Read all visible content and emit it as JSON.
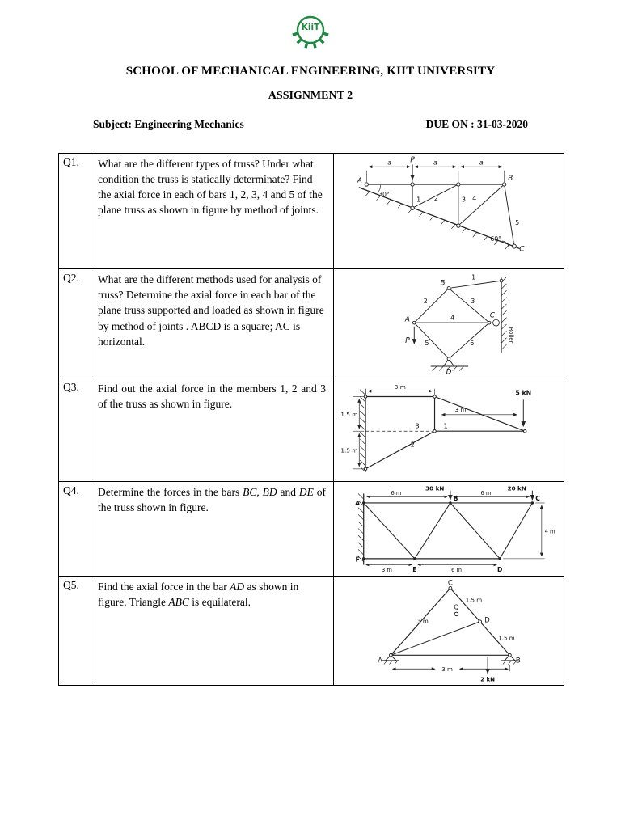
{
  "header": {
    "logo_text": "KiiT",
    "school": "SCHOOL OF MECHANICAL ENGINEERING, KIIT UNIVERSITY",
    "assignment": "ASSIGNMENT 2",
    "subject": "Subject: Engineering Mechanics",
    "due": "DUE ON : 31-03-2020"
  },
  "questions": [
    {
      "number": "Q1.",
      "parts": [
        "What are the different types of truss? Under what condition the truss is statically determinate? Find the axial force in each of bars 1, 2, 3, 4 and 5 of the plane truss as shown in figure by method of joints."
      ],
      "figure": {
        "load": "P",
        "dim_a1": "a",
        "dim_a2": "a",
        "dim_a3": "a",
        "node_a": "A",
        "node_b": "B",
        "node_c": "C",
        "angle_left": "30°",
        "angle_right": "60°",
        "bar1": "1",
        "bar2": "2",
        "bar3": "3",
        "bar4": "4",
        "bar5": "5"
      }
    },
    {
      "number": "Q2.",
      "parts": [
        "What are the different methods used for analysis of truss? Determine the axial force in each bar of the plane truss supported and loaded as shown in figure by method of joints . ABCD is a square; AC is horizontal."
      ],
      "figure": {
        "load": "P",
        "node_a": "A",
        "node_b": "B",
        "node_c": "C",
        "node_d": "D",
        "bar1": "1",
        "bar2": "2",
        "bar3": "3",
        "bar4": "4",
        "bar5": "5",
        "bar6": "6",
        "roller": "Roller"
      }
    },
    {
      "number": "Q3.",
      "parts": [
        "Find out the axial force in the members 1, 2 and 3 of the truss as shown in figure."
      ],
      "figure": {
        "dim_top": "3 m",
        "dim_right": "3 m",
        "load": "5 kN",
        "dim_left1": "1.5 m",
        "dim_left2": "1.5 m",
        "bar1": "1",
        "bar2": "2",
        "bar3": "3"
      }
    },
    {
      "number": "Q4.",
      "parts": [
        "Determine the forces in the bars ",
        "BC, BD",
        " and ",
        "DE",
        " of the truss shown in figure."
      ],
      "figure": {
        "load1": "30 kN",
        "load2": "20 kN",
        "dim_ab": "6 m",
        "dim_bc": "6 m",
        "dim_fe": "3 m",
        "dim_ed": "6 m",
        "dim_right": "4 m",
        "node_a": "A",
        "node_b": "B",
        "node_c": "C",
        "node_d": "D",
        "node_e": "E",
        "node_f": "F"
      }
    },
    {
      "number": "Q5.",
      "parts": [
        "Find the axial force in the bar ",
        "AD",
        " as shown in figure. Triangle ",
        "ABC",
        " is equilateral."
      ],
      "figure": {
        "node_a": "A",
        "node_b": "B",
        "node_c": "C",
        "node_d": "D",
        "node_q": "Q",
        "dim_cd": "1.5 m",
        "dim_db": "1.5 m",
        "dim_aq": "3 m",
        "dim_ab": "3 m",
        "load": "2 kN"
      }
    }
  ],
  "colors": {
    "logo_green": "#1b8a3f",
    "line": "#222222"
  }
}
